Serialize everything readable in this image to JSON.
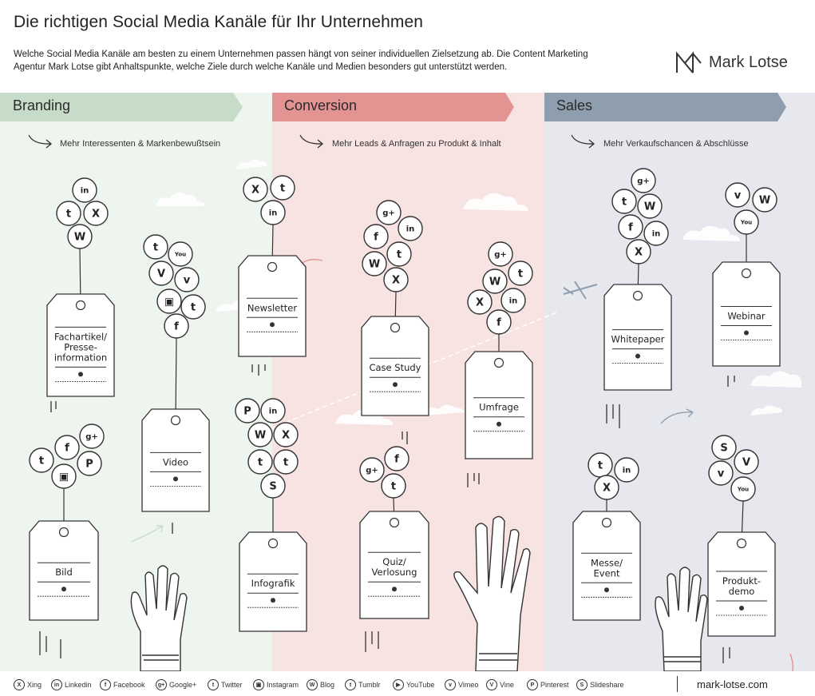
{
  "title": "Die richtigen Social Media Kanäle für Ihr Unternehmen",
  "intro": "Welche Social Media Kanäle am besten zu einem Unternehmen passen hängt von seiner individuellen Zielsetzung ab. Die Content Marketing Agentur Mark Lotse gibt Anhaltspunkte, welche Ziele durch welche Kanäle und Medien besonders gut unterstützt werden.",
  "logo_text": "Mark Lotse",
  "colors": {
    "branding": "#c6dcc9",
    "conversion": "#e39391",
    "sales": "#8f9eae",
    "bg_branding": "#eef4ee",
    "bg_conversion": "#f7e3e2",
    "bg_sales": "#e6e8ee"
  },
  "sections": [
    {
      "key": "branding",
      "label": "Branding",
      "subtitle": "Mehr Interessenten & Markenbewußtsein"
    },
    {
      "key": "conversion",
      "label": "Conversion",
      "subtitle": "Mehr Leads & Anfragen zu Produkt & Inhalt"
    },
    {
      "key": "sales",
      "label": "Sales",
      "subtitle": "Mehr Verkaufschancen & Abschlüsse"
    }
  ],
  "tags": [
    {
      "id": "fachartikel",
      "lines": [
        "Fachartikel/",
        "Presse-",
        "information"
      ],
      "channels": [
        "linkedin",
        "twitter",
        "xing",
        "wordpress"
      ]
    },
    {
      "id": "video",
      "lines": [
        "Video"
      ],
      "channels": [
        "tumblr",
        "youtube",
        "vine",
        "vimeo",
        "instagram",
        "twitter",
        "facebook"
      ]
    },
    {
      "id": "bild",
      "lines": [
        "Bild"
      ],
      "channels": [
        "googleplus",
        "facebook",
        "twitter",
        "pinterest",
        "instagram"
      ]
    },
    {
      "id": "newsletter",
      "lines": [
        "Newsletter"
      ],
      "channels": [
        "xing",
        "twitter",
        "linkedin"
      ]
    },
    {
      "id": "infografik",
      "lines": [
        "Infografik"
      ],
      "channels": [
        "pinterest",
        "linkedin",
        "wordpress",
        "xing",
        "tumblr",
        "twitter",
        "slideshare"
      ]
    },
    {
      "id": "casestudy",
      "lines": [
        "Case Study"
      ],
      "channels": [
        "googleplus",
        "facebook",
        "linkedin",
        "wordpress",
        "twitter",
        "xing"
      ]
    },
    {
      "id": "quiz",
      "lines": [
        "Quiz/",
        "Verlosung"
      ],
      "channels": [
        "facebook",
        "googleplus",
        "twitter"
      ]
    },
    {
      "id": "umfrage",
      "lines": [
        "Umfrage"
      ],
      "channels": [
        "googleplus",
        "wordpress",
        "twitter",
        "xing",
        "linkedin",
        "facebook"
      ]
    },
    {
      "id": "whitepaper",
      "lines": [
        "Whitepaper"
      ],
      "channels": [
        "googleplus",
        "twitter",
        "wordpress",
        "facebook",
        "linkedin",
        "xing"
      ]
    },
    {
      "id": "webinar",
      "lines": [
        "Webinar"
      ],
      "channels": [
        "vimeo",
        "wordpress",
        "youtube"
      ]
    },
    {
      "id": "messe",
      "lines": [
        "Messe/",
        "Event"
      ],
      "channels": [
        "twitter",
        "linkedin",
        "xing"
      ]
    },
    {
      "id": "produktdemo",
      "lines": [
        "Produkt-",
        "demo"
      ],
      "channels": [
        "slideshare",
        "vine",
        "vimeo",
        "youtube"
      ]
    }
  ],
  "legend": [
    {
      "icon": "xing-icon",
      "glyph": "X",
      "label": "Xing"
    },
    {
      "icon": "linkedin-icon",
      "glyph": "in",
      "label": "Linkedin"
    },
    {
      "icon": "facebook-icon",
      "glyph": "f",
      "label": "Facebook"
    },
    {
      "icon": "googleplus-icon",
      "glyph": "g+",
      "label": "Google+"
    },
    {
      "icon": "twitter-icon",
      "glyph": "t",
      "label": "Twitter"
    },
    {
      "icon": "instagram-icon",
      "glyph": "▣",
      "label": "Instagram"
    },
    {
      "icon": "wordpress-icon",
      "glyph": "W",
      "label": "Blog"
    },
    {
      "icon": "tumblr-icon",
      "glyph": "t",
      "label": "Tumblr"
    },
    {
      "icon": "youtube-icon",
      "glyph": "▶",
      "label": "YouTube"
    },
    {
      "icon": "vimeo-icon",
      "glyph": "v",
      "label": "Vimeo"
    },
    {
      "icon": "vine-icon",
      "glyph": "V",
      "label": "Vine"
    },
    {
      "icon": "pinterest-icon",
      "glyph": "P",
      "label": "Pinterest"
    },
    {
      "icon": "slideshare-icon",
      "glyph": "S",
      "label": "Slideshare"
    }
  ],
  "website": "mark-lotse.com",
  "glyphs": {
    "linkedin": "in",
    "twitter": "t",
    "xing": "X",
    "wordpress": "W",
    "facebook": "f",
    "googleplus": "g+",
    "pinterest": "P",
    "instagram": "▣",
    "tumblr": "t",
    "youtube": "You",
    "vine": "V",
    "vimeo": "v",
    "slideshare": "S"
  }
}
